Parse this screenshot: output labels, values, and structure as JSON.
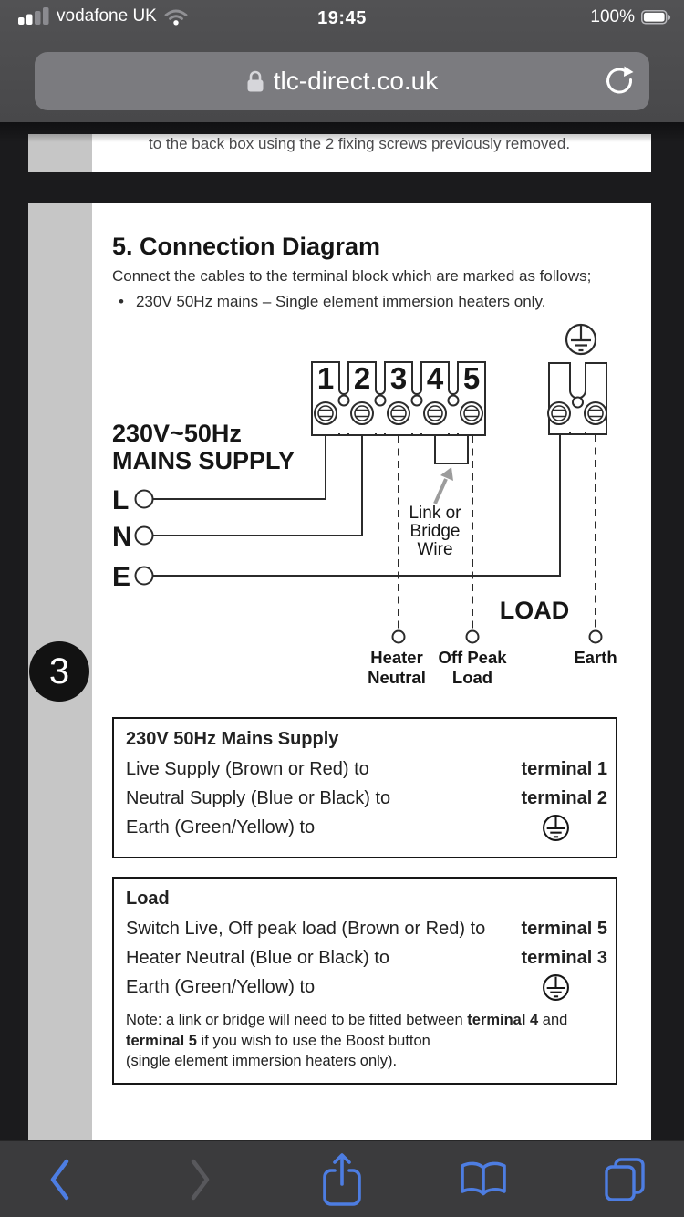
{
  "status_bar": {
    "carrier": "vodafone UK",
    "time": "19:45",
    "battery_percent": "100%"
  },
  "url_bar": {
    "url": "tlc-direct.co.uk"
  },
  "page_previous": {
    "fragment": "to the back box using the 2 fixing screws previously removed."
  },
  "page": {
    "number": "3",
    "heading": "5. Connection Diagram",
    "intro": "Connect the cables to the terminal block which are marked as follows;",
    "bullet_marker": "•",
    "bullet_text": "230V 50Hz mains – Single element immersion heaters only.",
    "diagram": {
      "supply_label_line1": "230V~50Hz",
      "supply_label_line2": "MAINS SUPPLY",
      "live": "L",
      "neutral": "N",
      "earth": "E",
      "terminals": [
        "1",
        "2",
        "3",
        "4",
        "5"
      ],
      "link_label": [
        "Link or",
        "Bridge",
        "Wire"
      ],
      "load_label": "LOAD",
      "heater_label": [
        "Heater",
        "Neutral"
      ],
      "offpeak_label": [
        "Off Peak",
        "Load"
      ],
      "earth_label": "Earth"
    },
    "mains_box": {
      "title": "230V 50Hz Mains Supply",
      "rows": [
        {
          "label": "Live Supply (Brown or Red) to",
          "value": "terminal 1"
        },
        {
          "label": "Neutral Supply (Blue or Black) to",
          "value": "terminal 2"
        },
        {
          "label": "Earth (Green/Yellow) to"
        }
      ]
    },
    "load_box": {
      "title": "Load",
      "rows": [
        {
          "label": "Switch Live, Off peak load (Brown or Red) to",
          "value": "terminal 5"
        },
        {
          "label": "Heater Neutral (Blue or Black) to",
          "value": "terminal 3"
        },
        {
          "label": "Earth (Green/Yellow) to"
        }
      ],
      "note": {
        "pre": "Note: a link or bridge will need to be fitted between ",
        "bold1": "terminal 4",
        "mid": " and ",
        "bold2": "terminal 5",
        "post": " if you wish to use the Boost button",
        "line3": "(single element immersion heaters only)."
      }
    }
  },
  "colors": {
    "toolbar_blue": "#4d7de2",
    "chrome_bg": "#4a4a4c",
    "toolbar_bg": "#3b3b3d",
    "page_gutter": "#c6c6c6"
  }
}
